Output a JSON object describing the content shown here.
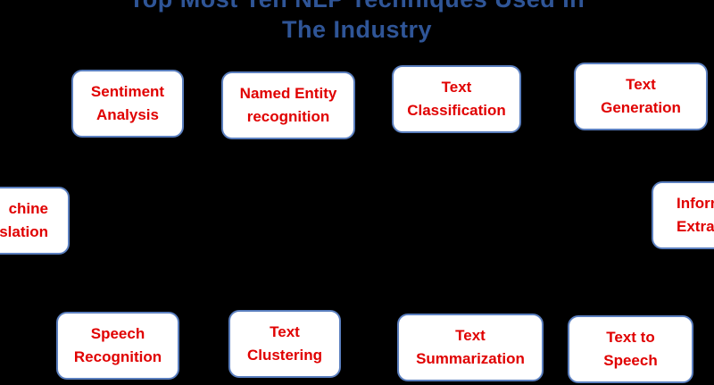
{
  "diagram": {
    "title_line1": "Top Most Ten NLP Techniques Used In",
    "title_line2": "The Industry",
    "colors": {
      "background": "#000000",
      "title": "#2f5597",
      "node_fill": "#ffffff",
      "node_border": "#5b7fbf",
      "node_text": "#e00000"
    },
    "nodes": {
      "sentiment_analysis": "Sentiment\nAnalysis",
      "named_entity_recognition": "Named Entity\nrecognition",
      "text_classification": "Text\nClassification",
      "text_generation": "Text\nGeneration",
      "machine_translation": "chine\nslation",
      "information_extraction": "Inforr\nExtra",
      "speech_recognition": "Speech\nRecognition",
      "text_clustering": "Text\nClustering",
      "text_summarization": "Text\nSummarization",
      "text_to_speech": "Text to\nSpeech"
    }
  }
}
